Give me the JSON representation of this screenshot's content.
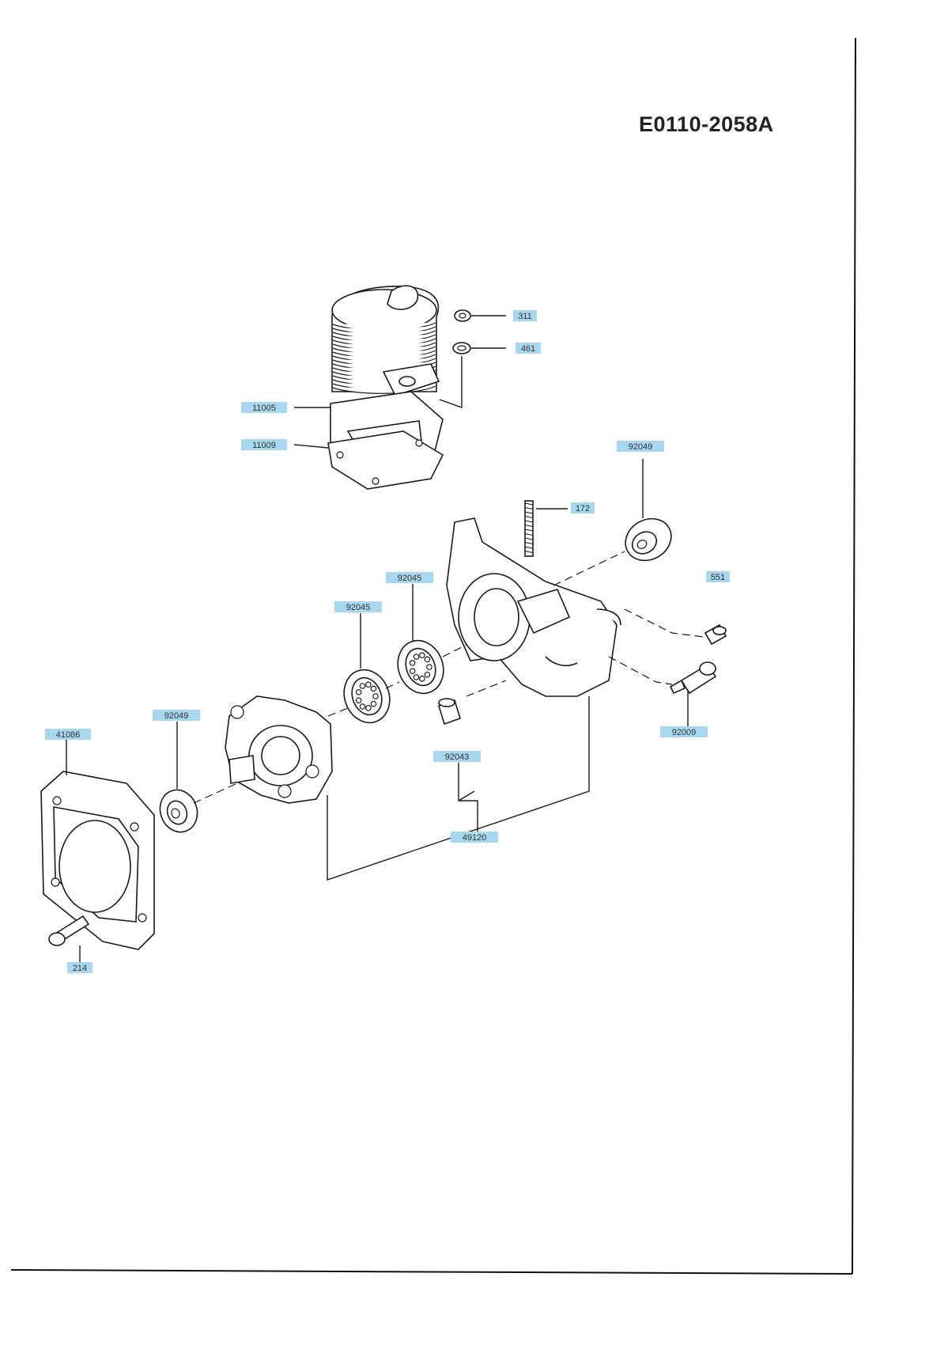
{
  "document": {
    "code": "E0110-2058A"
  },
  "callouts": [
    {
      "id": "c311",
      "label": "311"
    },
    {
      "id": "c461",
      "label": "461"
    },
    {
      "id": "c11005",
      "label": "11005"
    },
    {
      "id": "c11009",
      "label": "11009"
    },
    {
      "id": "c92049a",
      "label": "92049"
    },
    {
      "id": "c172",
      "label": "172"
    },
    {
      "id": "c551",
      "label": "551"
    },
    {
      "id": "c92045a",
      "label": "92045"
    },
    {
      "id": "c92045b",
      "label": "92045"
    },
    {
      "id": "c92049b",
      "label": "92049"
    },
    {
      "id": "c41086",
      "label": "41086"
    },
    {
      "id": "c92043",
      "label": "92043"
    },
    {
      "id": "c92009",
      "label": "92009"
    },
    {
      "id": "c49120",
      "label": "49120"
    },
    {
      "id": "c214",
      "label": "214"
    }
  ],
  "colors": {
    "callout_highlight": "#a8d8f0",
    "line": "#1a1a1a",
    "background": "#ffffff"
  }
}
